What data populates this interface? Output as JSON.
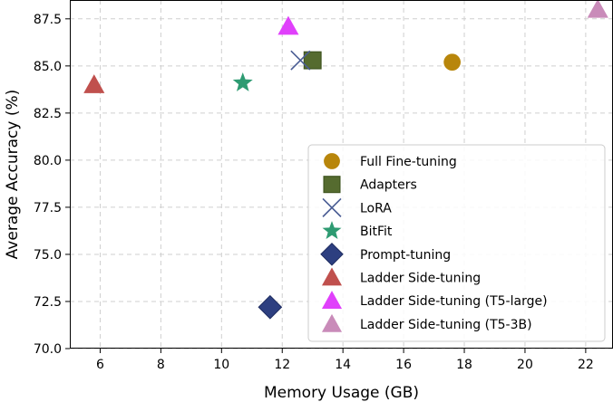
{
  "chart_data": {
    "type": "scatter",
    "title": "",
    "xlabel": "Memory Usage (GB)",
    "ylabel": "Average Accuracy (%)",
    "xlim": [
      5.0,
      22.9
    ],
    "ylim": [
      70.0,
      88.5
    ],
    "xticks": [
      6,
      8,
      10,
      12,
      14,
      16,
      18,
      20,
      22
    ],
    "xtick_labels": [
      "6",
      "8",
      "10",
      "12",
      "14",
      "16",
      "18",
      "20",
      "22"
    ],
    "yticks": [
      70.0,
      72.5,
      75.0,
      77.5,
      80.0,
      82.5,
      85.0,
      87.5
    ],
    "ytick_labels": [
      "70.0",
      "72.5",
      "75.0",
      "77.5",
      "80.0",
      "82.5",
      "85.0",
      "87.5"
    ],
    "grid": true,
    "legend_position": "lower-right",
    "series": [
      {
        "name": "Full Fine-tuning",
        "marker": "circle",
        "color": "#B8860B",
        "x": 17.6,
        "y": 85.2
      },
      {
        "name": "Adapters",
        "marker": "square",
        "color": "#556B2F",
        "x": 13.0,
        "y": 85.3
      },
      {
        "name": "LoRA",
        "marker": "x",
        "color": "#4A5D94",
        "x": 12.6,
        "y": 85.3
      },
      {
        "name": "BitFit",
        "marker": "star",
        "color": "#2E9B72",
        "x": 10.7,
        "y": 84.1
      },
      {
        "name": "Prompt-tuning",
        "marker": "diamond",
        "color": "#2D3F80",
        "x": 11.6,
        "y": 72.2
      },
      {
        "name": "Ladder Side-tuning",
        "marker": "triangle",
        "color": "#C0504D",
        "x": 5.8,
        "y": 84.0
      },
      {
        "name": "Ladder Side-tuning (T5-large)",
        "marker": "triangle",
        "color": "#E040FB",
        "x": 12.2,
        "y": 87.1
      },
      {
        "name": "Ladder Side-tuning (T5-3B)",
        "marker": "triangle",
        "color": "#C98BB9",
        "x": 22.4,
        "y": 88.0
      }
    ]
  }
}
